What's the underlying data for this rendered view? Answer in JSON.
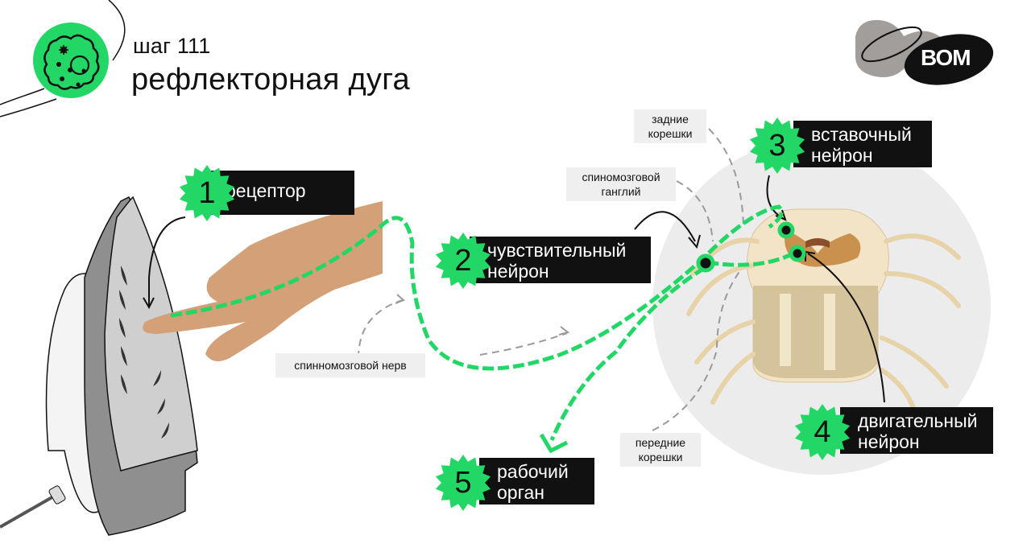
{
  "header": {
    "step": "шаг 111",
    "title": "рефлекторная дуга",
    "icon": "cell-icon"
  },
  "logo": {
    "text": "ВОМ",
    "icon": "pacifier-logo-icon"
  },
  "steps": [
    {
      "number": "1",
      "lines": [
        "рецептор"
      ]
    },
    {
      "number": "2",
      "lines": [
        "чувствительный",
        "нейрон"
      ]
    },
    {
      "number": "3",
      "lines": [
        "вставочный",
        "нейрон"
      ]
    },
    {
      "number": "4",
      "lines": [
        "двигательный",
        "нейрон"
      ]
    },
    {
      "number": "5",
      "lines": [
        "рабочий",
        "орган"
      ]
    }
  ],
  "notes": {
    "dorsal_roots": [
      "задние",
      "корешки"
    ],
    "ganglion": [
      "спиномозговой",
      "ганглий"
    ],
    "spinal_nerve": [
      "спинномозговой нерв"
    ],
    "ventral_roots": [
      "передние",
      "корешки"
    ]
  },
  "colors": {
    "accent_green": "#22d765",
    "label_bg": "#111111",
    "note_bg": "#efefef",
    "skin": "#d4a077",
    "circle_bg": "#ececec"
  }
}
